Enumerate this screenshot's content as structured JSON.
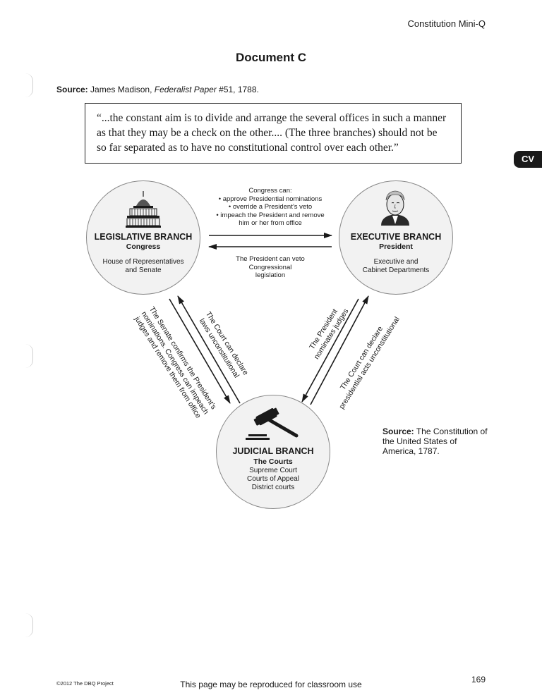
{
  "header": {
    "right_title": "Constitution Mini-Q"
  },
  "document": {
    "title": "Document C",
    "source_label": "Source:",
    "source_author": "James Madison,",
    "source_work": "Federalist Paper",
    "source_rest": "#51, 1788.",
    "quote": "“...the constant aim is to divide and arrange the several offices in such a manner as that they may be a check on the other.... (The three branches) should not be so far separated as to have no constitutional control over each other.”"
  },
  "tab": {
    "label": "CV"
  },
  "diagram": {
    "legislative": {
      "title": "LEGISLATIVE BRANCH",
      "subtitle": "Congress",
      "detail_1": "House of Representatives",
      "detail_2": "and Senate"
    },
    "executive": {
      "title": "EXECUTIVE BRANCH",
      "subtitle": "President",
      "detail_1": "Executive and",
      "detail_2": "Cabinet Departments"
    },
    "judicial": {
      "title": "JUDICIAL BRANCH",
      "subtitle": "The Courts",
      "detail_1": "Supreme Court",
      "detail_2": "Courts of Appeal",
      "detail_3": "District courts"
    },
    "congress_can": {
      "heading": "Congress can:",
      "item_1": "• approve Presidential nominations",
      "item_2": "• override a President’s veto",
      "item_3": "• impeach the President and remove",
      "item_4": "him or her from office"
    },
    "president_veto": {
      "line_1": "The President can veto",
      "line_2": "Congressional",
      "line_3": "legislation"
    },
    "senate_confirms": {
      "line_1": "The Senate confirms the President’s",
      "line_2": "nominations. Congress can impeach",
      "line_3": "judges and remove them from office"
    },
    "court_laws": {
      "line_1": "The Court can declare",
      "line_2": "laws unconstitutional"
    },
    "president_nominates": {
      "line_1": "The President",
      "line_2": "nominates judges"
    },
    "court_acts": {
      "line_1": "The Court can declare",
      "line_2": "presidential acts unconstitutional"
    }
  },
  "source_2": {
    "label": "Source:",
    "text": "The Constitution of the United States of America, 1787."
  },
  "footer": {
    "copyright": "©2012 The DBQ Project",
    "center": "This page may be reproduced for classroom use",
    "page_number": "169"
  }
}
